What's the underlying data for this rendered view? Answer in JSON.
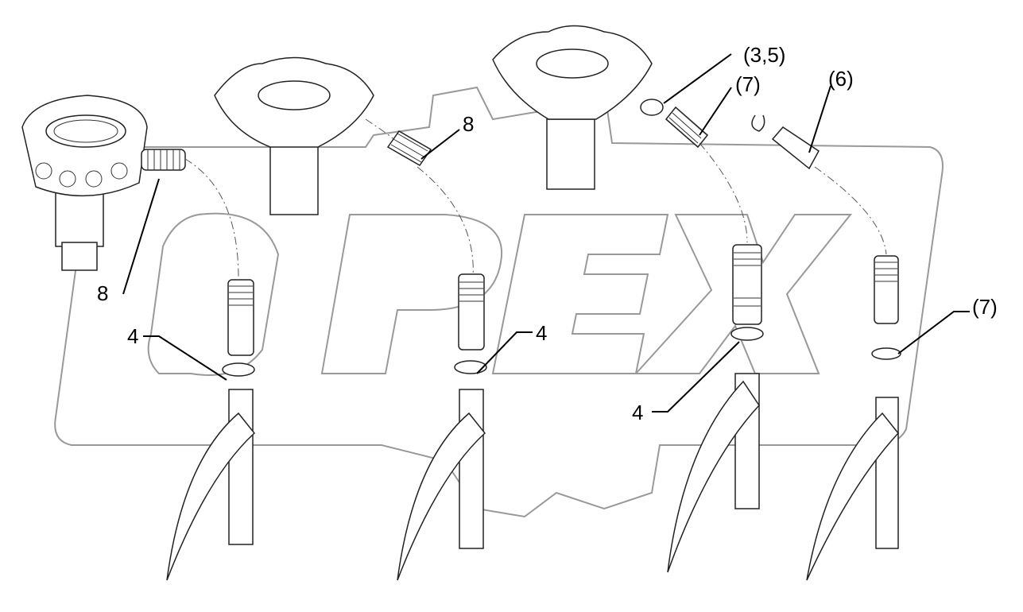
{
  "watermark": {
    "text": "OPEX"
  },
  "callouts": [
    {
      "id": "8",
      "text": "8"
    },
    {
      "id": "8b",
      "text": "8"
    },
    {
      "id": "3-5",
      "text": "(3,5)"
    },
    {
      "id": "7a",
      "text": "(7)"
    },
    {
      "id": "6",
      "text": "(6)"
    },
    {
      "id": "4a",
      "text": "4"
    },
    {
      "id": "4b",
      "text": "4"
    },
    {
      "id": "4c",
      "text": "4"
    },
    {
      "id": "7b",
      "text": "(7)"
    }
  ]
}
